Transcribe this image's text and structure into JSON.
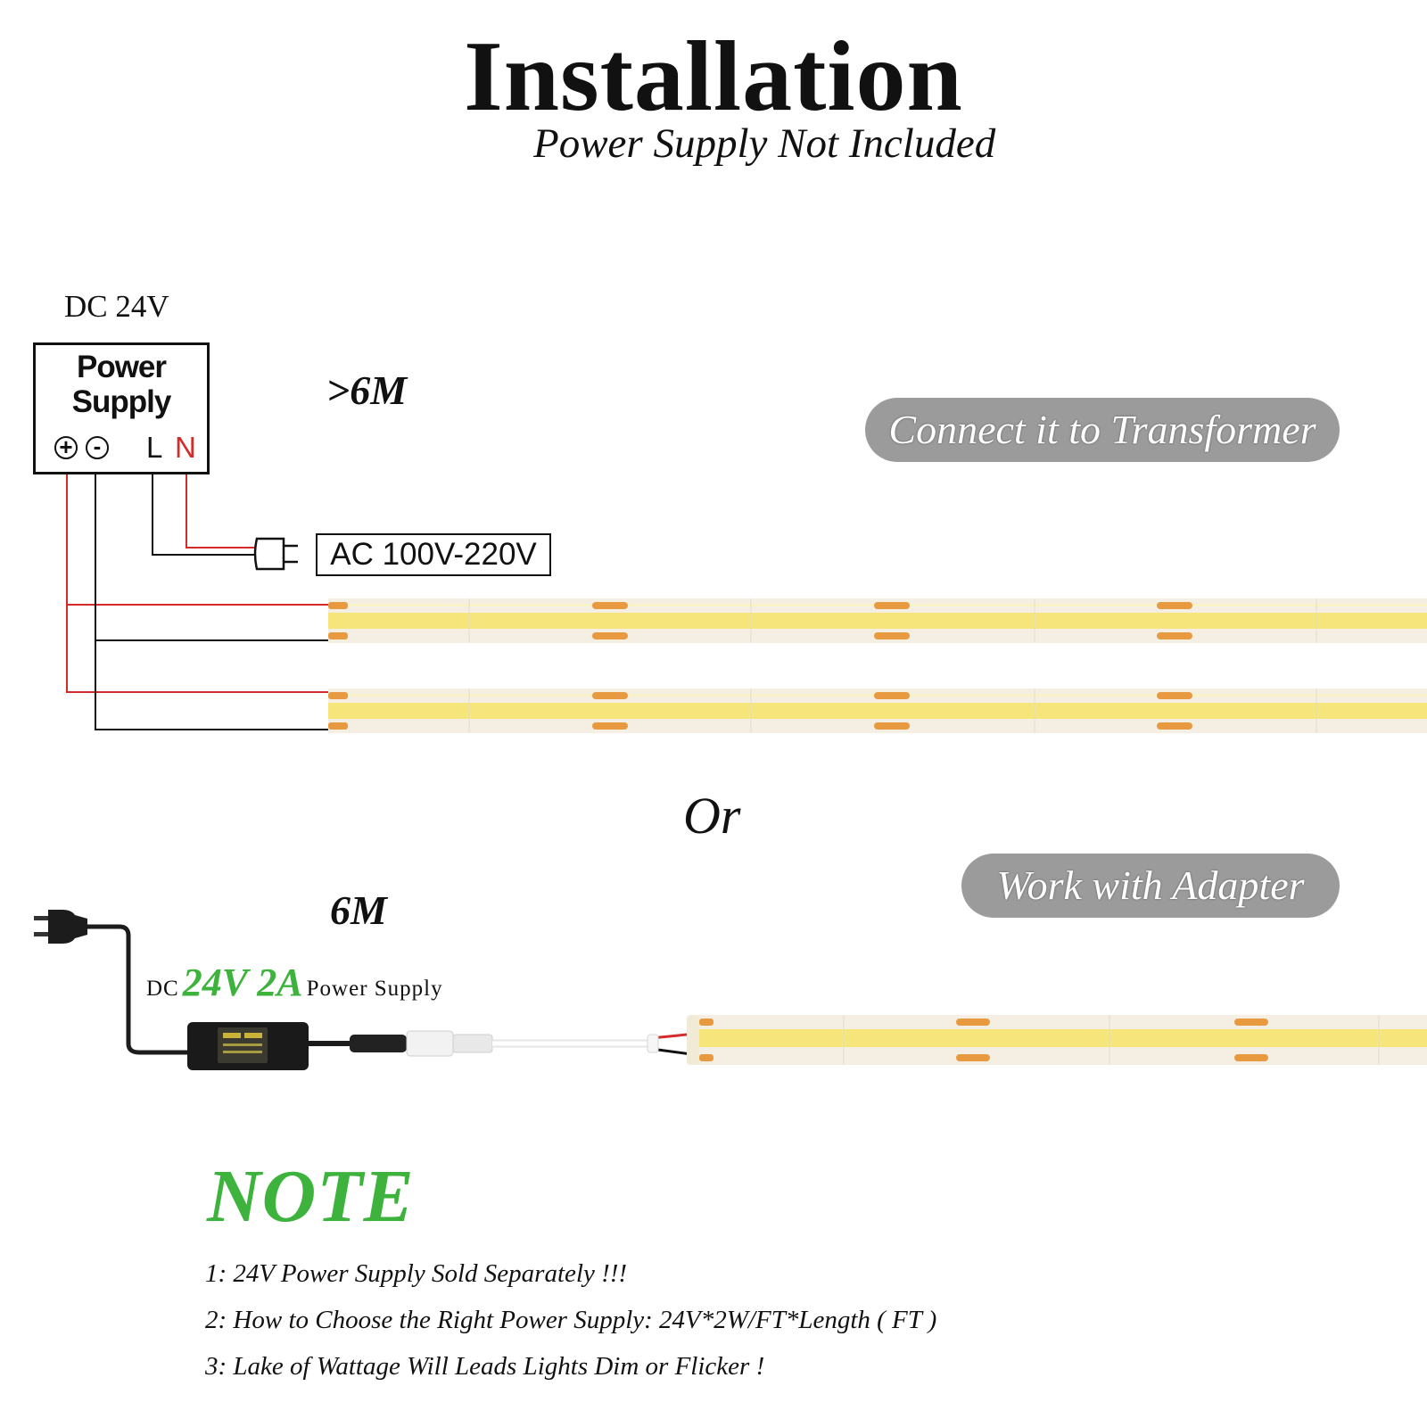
{
  "header": {
    "title": "Installation",
    "subtitle": "Power Supply Not Included"
  },
  "transformer_section": {
    "voltage_label": "DC 24V",
    "box_label_line1": "Power",
    "box_label_line2": "Supply",
    "terminal_plus": "+",
    "terminal_minus": "-",
    "terminal_l": "L",
    "terminal_n": "N",
    "length_label": ">6M",
    "pill_label": "Connect it to Transformer",
    "ac_label": "AC 100V-220V"
  },
  "separator": {
    "or_label": "Or"
  },
  "adapter_section": {
    "length_label": "6M",
    "pill_label": "Work with Adapter",
    "dc_prefix": "DC",
    "rating": "24V 2A",
    "suffix": "Power Supply"
  },
  "note": {
    "heading": "NOTE",
    "lines": [
      "1: 24V Power Supply Sold Separately !!!",
      "2: How to Choose the Right Power Supply:  24V*2W/FT*Length ( FT )",
      "3: Lake of Wattage Will Leads Lights Dim or Flicker !"
    ]
  },
  "colors": {
    "accent_green": "#3db33d",
    "wire_red": "#d42a2a",
    "wire_black": "#111111",
    "pill_gray": "#9b9b9b",
    "led_yellow": "#f6e57a",
    "strip_base": "#f4efe2",
    "copper_pad": "#e89a40"
  }
}
